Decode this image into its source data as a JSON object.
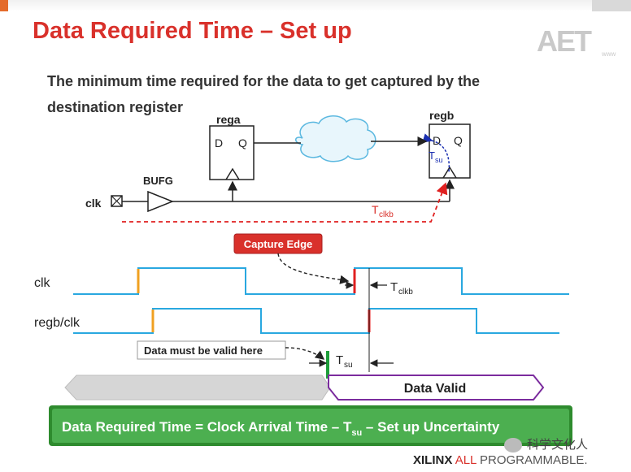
{
  "slide": {
    "title": "Data Required Time – Set up",
    "subtitle": "The minimum time required for the data to get captured by the destination register",
    "logo_text": "AET",
    "logo_sub": "www"
  },
  "schematic": {
    "rega_label": "rega",
    "regb_label": "regb",
    "d_label": "D",
    "q_label": "Q",
    "bufg_label": "BUFG",
    "clk_label": "clk",
    "tsu_main": "T",
    "tsu_sub": "su",
    "tclkb_main": "T",
    "tclkb_sub": "clkb"
  },
  "waveforms": {
    "capture_edge_label": "Capture Edge",
    "clk_label": "clk",
    "regb_clk_label": "regb/clk",
    "tclkb_main": "T",
    "tclkb_sub": "clkb",
    "data_must_label": "Data must be valid here",
    "tsu_main": "T",
    "tsu_sub": "su",
    "data_valid_label": "Data Valid"
  },
  "equation": {
    "part1": "Data Required Time = Clock Arrival Time – T",
    "sub": "su",
    "part2": " – Set up Uncertainty",
    "bg_color": "#4caf50",
    "border_color": "#2e8b2e"
  },
  "footer": {
    "wechat": "科学文化人",
    "brand_x": "XILINX",
    "brand_all": "ALL",
    "brand_prog": "PROGRAMMABLE."
  },
  "colors": {
    "accent_red": "#d9312b",
    "wave_blue": "#29a8e0",
    "edge_orange": "#f0a020",
    "edge_red": "#e02020",
    "edge_green": "#1e9e3a",
    "data_valid_border": "#7b2c9e"
  }
}
